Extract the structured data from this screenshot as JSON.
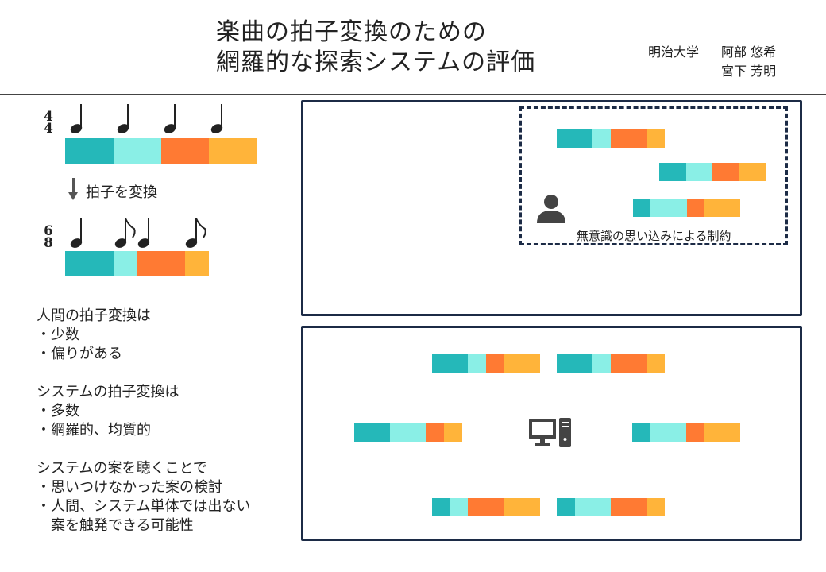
{
  "title": {
    "line1": "楽曲の拍子変換のための",
    "line2": "網羅的な探索システムの評価"
  },
  "authors": {
    "affiliation": "明治大学",
    "name1": "阿部 悠希",
    "name2": "宮下 芳明"
  },
  "meter_top": {
    "numerator": "4",
    "denominator": "4"
  },
  "meter_bottom": {
    "numerator": "6",
    "denominator": "8"
  },
  "conversion_label": "拍子を変換",
  "bias_label": "無意識の思い込みによる制約",
  "colors": {
    "teal": "#25b8b9",
    "light_cyan": "#8aefe6",
    "orange": "#ff7a33",
    "yellow": "#ffb43a",
    "dark_navy": "#1c2b46",
    "icon_gray": "#444444"
  },
  "text": {
    "human_heading": "人間の拍子変換は",
    "human_items": [
      "・少数",
      "・偏りがある"
    ],
    "system_heading": "システムの拍子変換は",
    "system_items": [
      "・多数",
      "・網羅的、均質的"
    ],
    "listen_heading": "システムの案を聴くことで",
    "listen_items": [
      "・思いつけなかった案の検討",
      "・人間、システム単体では出ない",
      "　案を触発できる可能性"
    ]
  },
  "icons": {
    "person": "person-icon",
    "computer": "computer-icon"
  }
}
